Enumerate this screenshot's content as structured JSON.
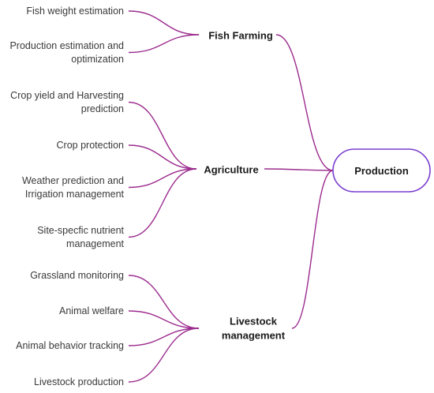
{
  "root": {
    "label": "Production"
  },
  "categories": [
    {
      "label_lines": [
        "Fish Farming"
      ]
    },
    {
      "label_lines": [
        "Agriculture"
      ]
    },
    {
      "label_lines": [
        "Livestock",
        "management"
      ]
    }
  ],
  "leaves": [
    {
      "category": 0,
      "lines": [
        "Fish weight estimation"
      ]
    },
    {
      "category": 0,
      "lines": [
        "Production estimation and",
        "optimization"
      ]
    },
    {
      "category": 1,
      "lines": [
        "Crop yield and Harvesting",
        "prediction"
      ]
    },
    {
      "category": 1,
      "lines": [
        "Crop protection"
      ]
    },
    {
      "category": 1,
      "lines": [
        "Weather prediction and",
        "Irrigation management"
      ]
    },
    {
      "category": 1,
      "lines": [
        "Site-specfic nutrient",
        "management"
      ]
    },
    {
      "category": 2,
      "lines": [
        "Grassland monitoring"
      ]
    },
    {
      "category": 2,
      "lines": [
        "Animal welfare"
      ]
    },
    {
      "category": 2,
      "lines": [
        "Animal behavior tracking"
      ]
    },
    {
      "category": 2,
      "lines": [
        "Livestock production"
      ]
    }
  ],
  "colors": {
    "connector": "#9c2c8e",
    "root_border": "#7a3ed0"
  }
}
